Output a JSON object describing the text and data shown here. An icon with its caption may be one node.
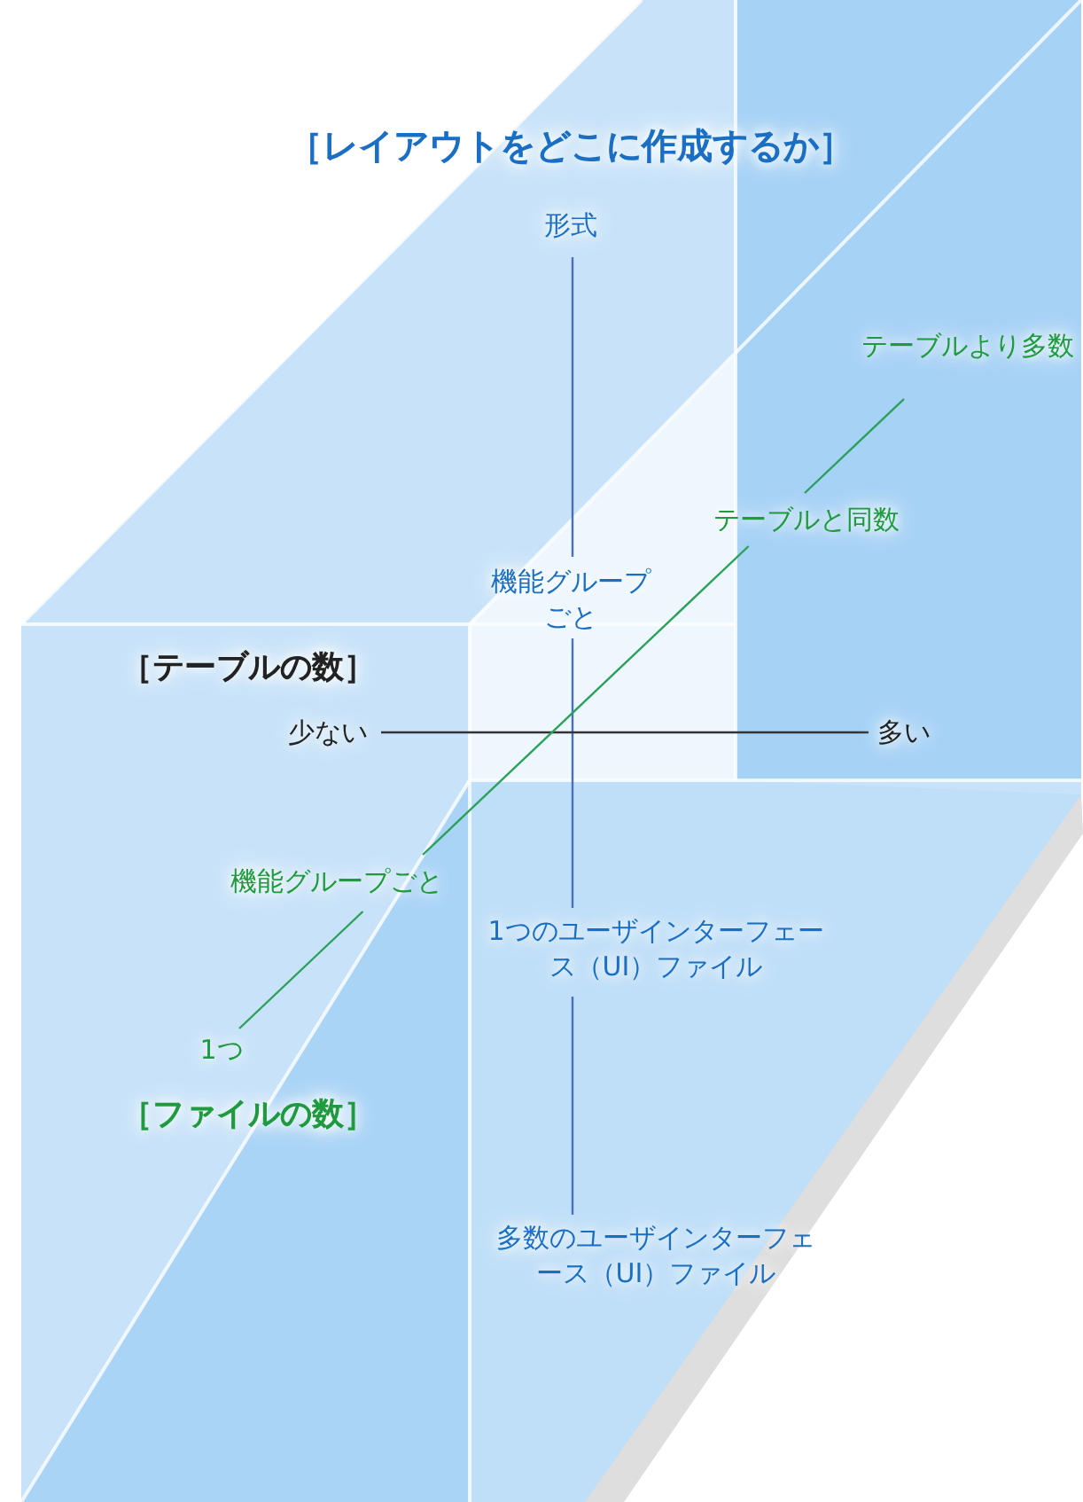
{
  "diagram": {
    "labels": [
      "［レイアウトをどこに作成するか］",
      "形式",
      "テーブルより多数",
      "テーブルと同数",
      "機能グループごと",
      "［テーブルの数］",
      "少ない",
      "多い",
      "機能グループごと",
      "1つのユーザインターフェース（UI）ファイル",
      "1つ",
      "［ファイルの数］",
      "多数のユーザインターフェース（UI）ファイル"
    ]
  }
}
